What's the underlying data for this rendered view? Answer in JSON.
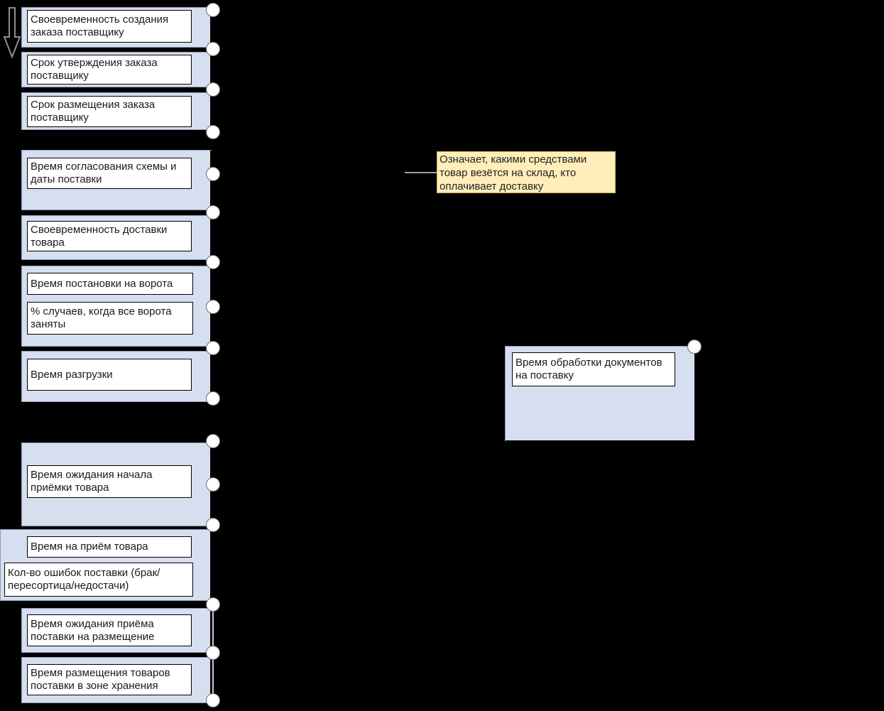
{
  "diagram": {
    "left_column": {
      "blocks": [
        {
          "labels": [
            "Своевременность создания заказа поставщику"
          ]
        },
        {
          "labels": [
            "Срок утверждения заказа поставщику"
          ]
        },
        {
          "labels": [
            "Срок размещения заказа поставщику"
          ]
        },
        {
          "labels": [
            "Время согласования схемы и даты поставки"
          ]
        },
        {
          "labels": [
            "Своевременность доставки товара"
          ]
        },
        {
          "labels": [
            "Время постановки на ворота",
            "% случаев, когда все ворота заняты"
          ]
        },
        {
          "labels": [
            "Время разгрузки"
          ]
        },
        {
          "labels": [
            "Время ожидания начала приёмки товара"
          ]
        },
        {
          "labels": [
            "Время на приём товара",
            "Кол-во ошибок поставки (брак/пересортица/недостачи)"
          ]
        },
        {
          "labels": [
            "Время ожидания приёма поставки на размещение"
          ]
        },
        {
          "labels": [
            "Время размещения товаров поставки в зоне хранения"
          ]
        }
      ]
    },
    "note": {
      "text": "Означает, какими средствами товар везётся на склад, кто оплачивает доставку"
    },
    "right_block": {
      "label": "Время обработки документов на поставку"
    },
    "icons": [
      "flow-direction-down-arrow-icon"
    ],
    "colors": {
      "background": "#000000",
      "panel_fill": "#d5dfef",
      "panel_border": "#8f9cb3",
      "kpi_fill": "#ffffff",
      "kpi_border": "#000000",
      "note_fill": "#ffeeba",
      "note_border": "#d6b656",
      "connection_dot_fill": "#ffffff",
      "connection_dot_border": "#6e6e6e"
    }
  }
}
